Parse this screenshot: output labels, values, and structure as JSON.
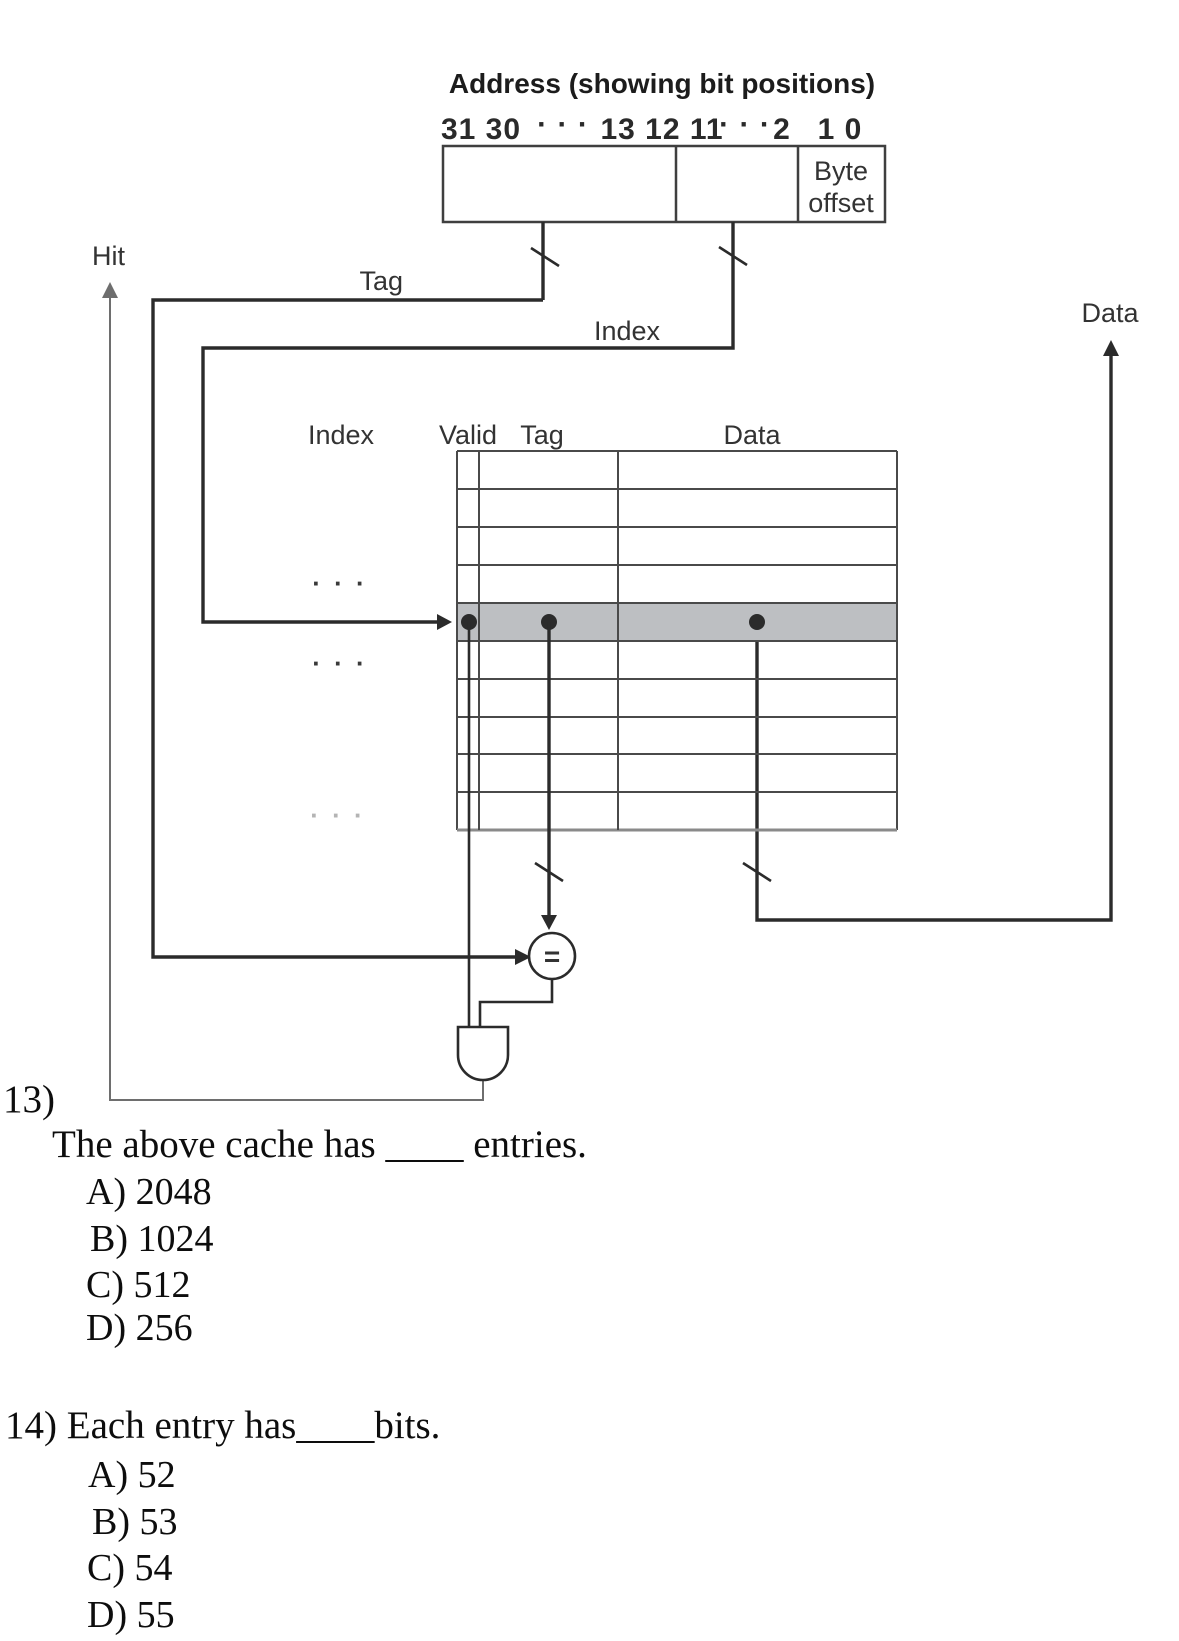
{
  "colors": {
    "paper": "#ffffff",
    "line": "#2b2b2b",
    "grid": "#4a4a4a",
    "muted": "#8a8a8a",
    "faded": "#b4b4b4",
    "hl": "#bdbfc2"
  },
  "diagram": {
    "title": "Address (showing bit positions)",
    "bit_labels": {
      "high": "31 30",
      "dots_a": "· · ·",
      "mid": "13 12 11",
      "dots_b": "· · ·",
      "bit2": "2",
      "low": "1 0"
    },
    "address_fields": {
      "byte_offset_line1": "Byte",
      "byte_offset_line2": "offset"
    },
    "signals": {
      "hit": "Hit",
      "tag": "Tag",
      "index": "Index",
      "data": "Data"
    },
    "table": {
      "headers": {
        "index": "Index",
        "valid": "Valid",
        "tag": "Tag",
        "data": "Data"
      },
      "ellipsis_upper": "· · ·",
      "ellipsis_lower": "· · ·",
      "ellipsis_faded": "· · ·",
      "row_count": 10,
      "highlighted_row": 5
    },
    "comparator_symbol": "="
  },
  "questions": [
    {
      "number": "13)",
      "text": "The above cache has ____ entries.",
      "options": [
        {
          "label": "A)",
          "text": "2048"
        },
        {
          "label": "B)",
          "text": "1024"
        },
        {
          "label": "C)",
          "text": "512"
        },
        {
          "label": "D)",
          "text": "256"
        }
      ]
    },
    {
      "number": "14)",
      "text": "Each entry has____bits.",
      "options": [
        {
          "label": "A)",
          "text": "52"
        },
        {
          "label": "B)",
          "text": "53"
        },
        {
          "label": "C)",
          "text": "54"
        },
        {
          "label": "D)",
          "text": "55"
        }
      ]
    }
  ]
}
